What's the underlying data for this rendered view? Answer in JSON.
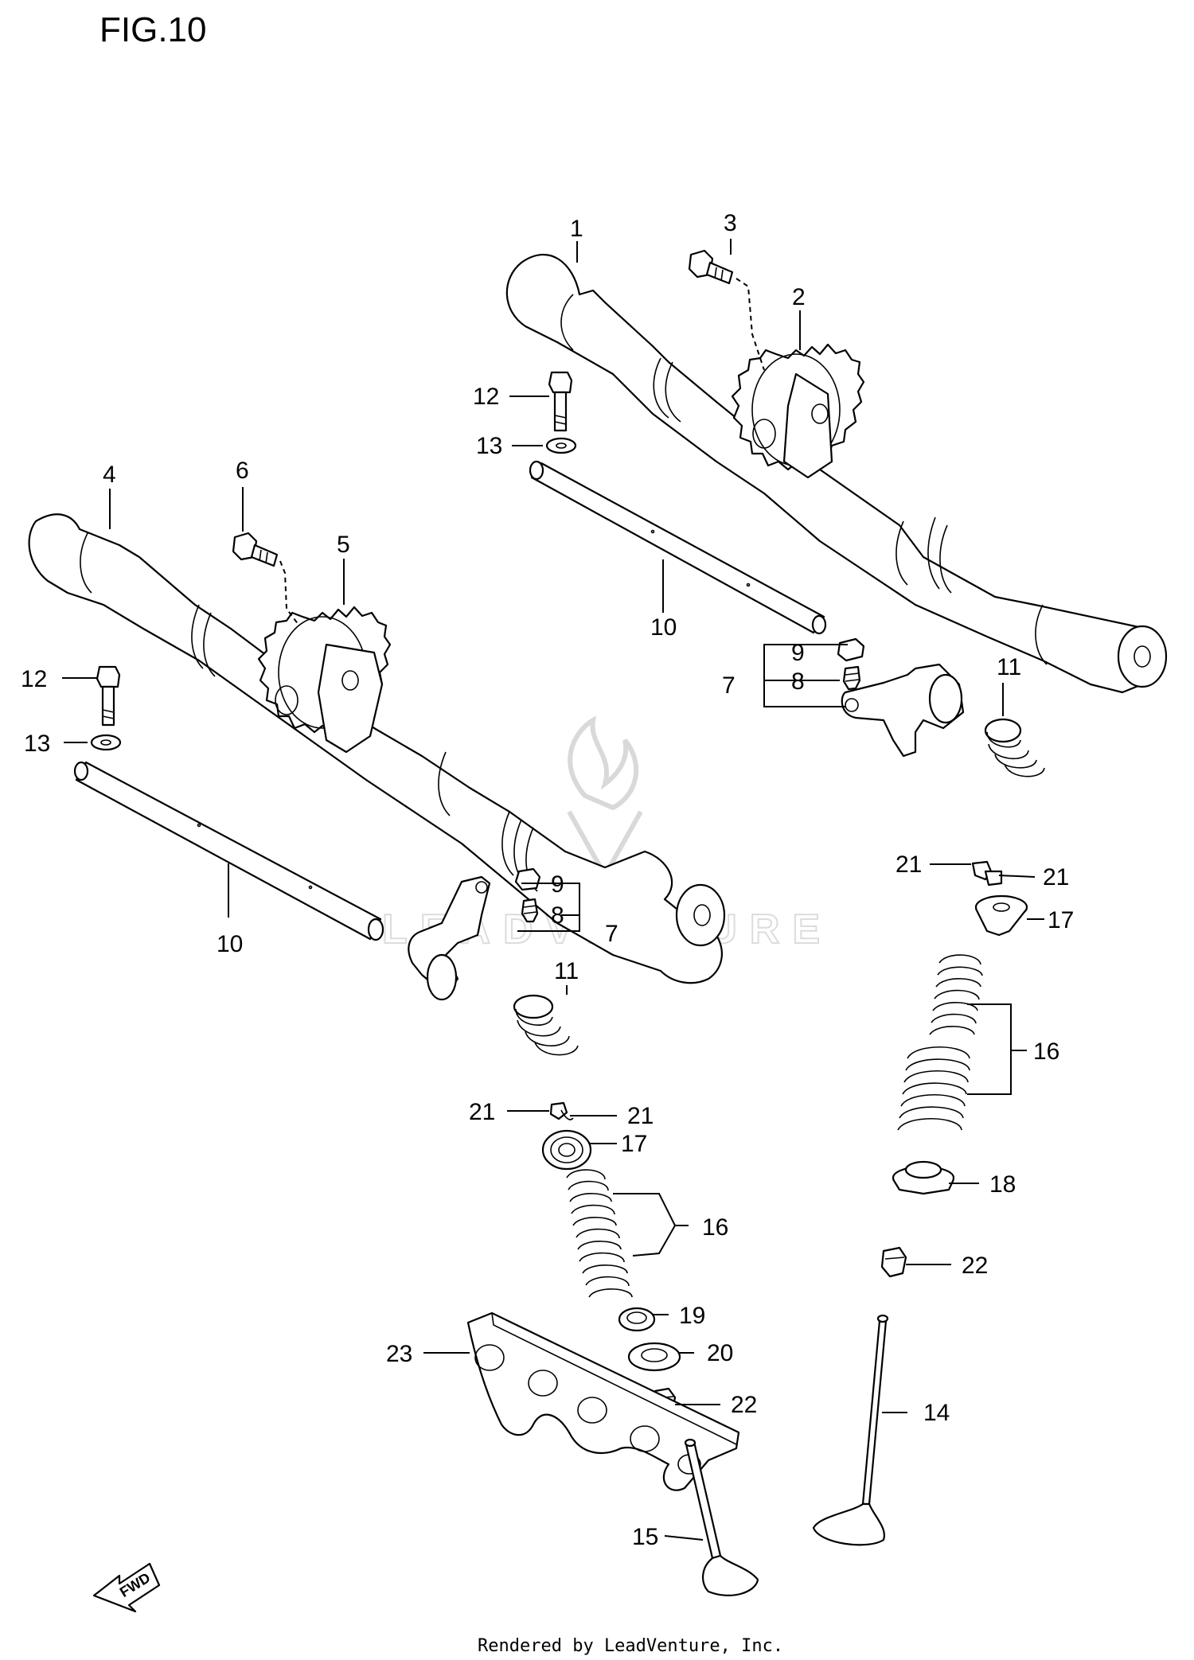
{
  "figure": {
    "title": "FIG.10",
    "footer": "Rendered by LeadVenture, Inc.",
    "watermark": "LEADVENTURE",
    "fwd_label": "FWD"
  },
  "callouts": {
    "c1": "1",
    "c2": "2",
    "c3": "3",
    "c4": "4",
    "c5": "5",
    "c6": "6",
    "c7a": "7",
    "c7b": "7",
    "c8a": "8",
    "c8b": "8",
    "c9a": "9",
    "c9b": "9",
    "c10a": "10",
    "c10b": "10",
    "c11a": "11",
    "c11b": "11",
    "c12a": "12",
    "c12b": "12",
    "c13a": "13",
    "c13b": "13",
    "c14": "14",
    "c15": "15",
    "c16a": "16",
    "c16b": "16",
    "c17a": "17",
    "c17b": "17",
    "c18": "18",
    "c19": "19",
    "c20": "20",
    "c21a": "21",
    "c21b": "21",
    "c21c": "21",
    "c21d": "21",
    "c22a": "22",
    "c22b": "22",
    "c23": "23"
  },
  "colors": {
    "line": "#000000",
    "background": "#ffffff",
    "watermark": "#d9d9d9"
  }
}
